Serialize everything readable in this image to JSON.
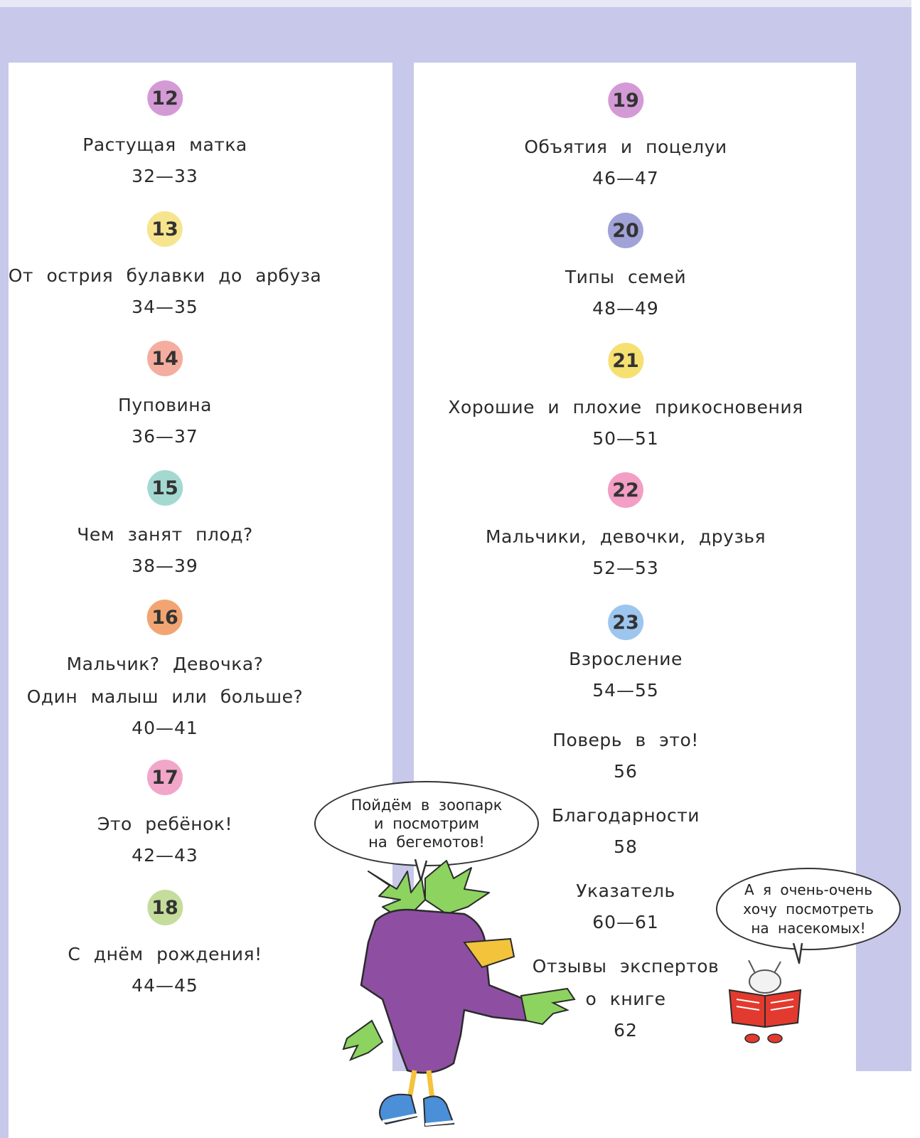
{
  "left_column": [
    {
      "number": "12",
      "color": "#d49ad6",
      "title_lines": [
        "Растущая матка"
      ],
      "pages": "32—33"
    },
    {
      "number": "13",
      "color": "#f6e58e",
      "title_lines": [
        "От острия булавки до арбуза"
      ],
      "pages": "34—35"
    },
    {
      "number": "14",
      "color": "#f4ad9f",
      "title_lines": [
        "Пуповина"
      ],
      "pages": "36—37"
    },
    {
      "number": "15",
      "color": "#a4d9d2",
      "title_lines": [
        "Чем занят плод?"
      ],
      "pages": "38—39"
    },
    {
      "number": "16",
      "color": "#f2a572",
      "title_lines": [
        "Мальчик? Девочка?",
        "Один малыш или больше?"
      ],
      "pages": "40—41"
    },
    {
      "number": "17",
      "color": "#f2a6c9",
      "title_lines": [
        "Это ребёнок!"
      ],
      "pages": "42—43"
    },
    {
      "number": "18",
      "color": "#c5dd9c",
      "title_lines": [
        "С днём рождения!"
      ],
      "pages": "44—45"
    }
  ],
  "right_column": [
    {
      "number": "19",
      "color": "#d49ad6",
      "title_lines": [
        "Объятия и поцелуи"
      ],
      "pages": "46—47"
    },
    {
      "number": "20",
      "color": "#a1a2d7",
      "title_lines": [
        "Типы семей"
      ],
      "pages": "48—49"
    },
    {
      "number": "21",
      "color": "#f6e071",
      "title_lines": [
        "Хорошие и плохие прикосновения"
      ],
      "pages": "50—51"
    },
    {
      "number": "22",
      "color": "#f39ec4",
      "title_lines": [
        "Мальчики, девочки, друзья"
      ],
      "pages": "52—53"
    },
    {
      "number": "23",
      "color": "#9dc6ef",
      "title_lines": [
        "Взросление"
      ],
      "pages": "54—55"
    },
    {
      "number": null,
      "color": null,
      "title_lines": [
        "Поверь в это!"
      ],
      "pages": "56"
    },
    {
      "number": null,
      "color": null,
      "title_lines": [
        "Благодарности"
      ],
      "pages": "58"
    },
    {
      "number": null,
      "color": null,
      "title_lines": [
        "Указатель"
      ],
      "pages": "60—61"
    },
    {
      "number": null,
      "color": null,
      "title_lines": [
        "Отзывы экспертов",
        "о книге"
      ],
      "pages": "62"
    }
  ],
  "speech_bubbles": {
    "bird_lines": [
      "Пойдём в зоопарк",
      "и посмотрим",
      "на бегемотов!"
    ],
    "reader_lines": [
      "А я очень-очень",
      "хочу посмотреть",
      "на насекомых!"
    ]
  },
  "illustrations": {
    "bird": "cartoon bird in purple hoodie and sneakers, pointing",
    "reader": "small cartoon character reading red book"
  },
  "colors": {
    "background": "#c7c8ea",
    "page": "#ffffff"
  }
}
